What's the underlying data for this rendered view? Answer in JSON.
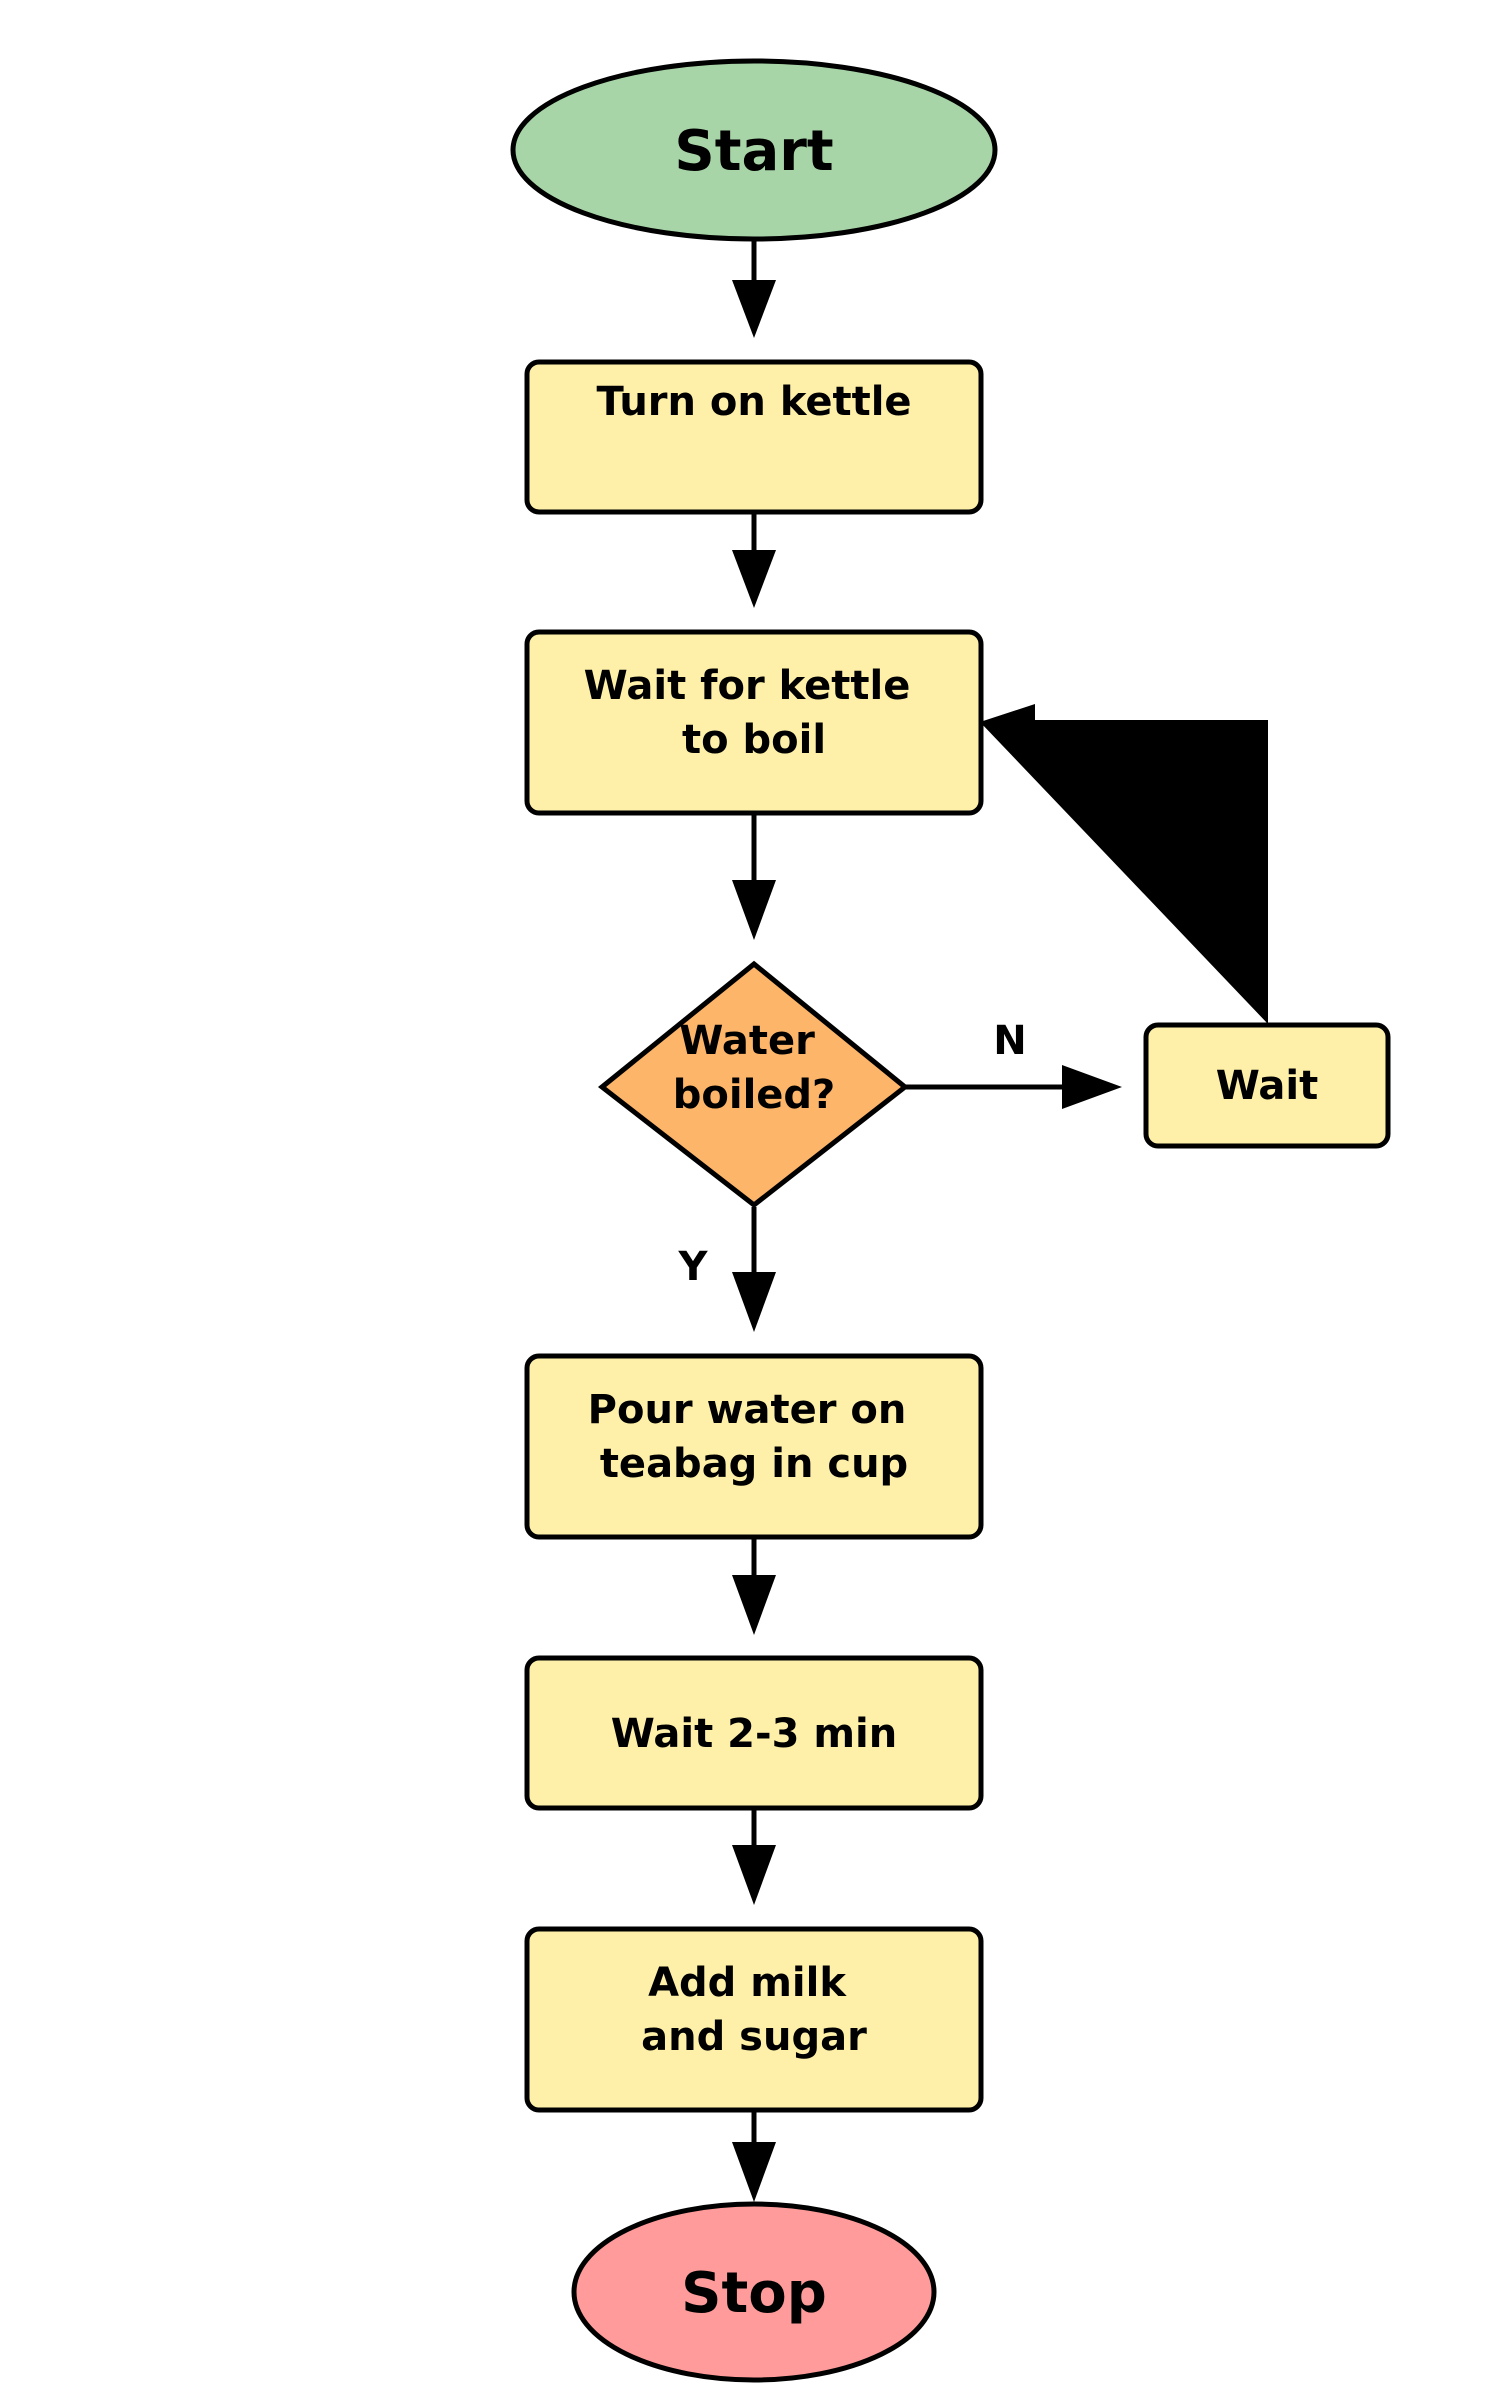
{
  "colors": {
    "start_fill": "#a8d5a8",
    "stop_fill": "#ff9b9b",
    "process_fill": "#fef0a9",
    "decision_fill": "#fdb56a",
    "stroke": "#000000"
  },
  "nodes": {
    "start": {
      "label": "Start"
    },
    "turn_on_kettle": {
      "lines": [
        "Turn on kettle"
      ]
    },
    "wait_for_boil": {
      "lines": [
        "Wait for kettle",
        "to boil"
      ]
    },
    "water_boiled": {
      "lines": [
        "Water",
        "boiled?"
      ]
    },
    "wait": {
      "label": "Wait"
    },
    "pour_water": {
      "lines": [
        "Pour water on",
        "teabag in cup"
      ]
    },
    "wait_minutes": {
      "label": "Wait 2-3 min"
    },
    "add_milk": {
      "lines": [
        "Add milk",
        "and sugar"
      ]
    },
    "stop": {
      "label": "Stop"
    }
  },
  "edges": {
    "no_label": "N",
    "yes_label": "Y"
  }
}
